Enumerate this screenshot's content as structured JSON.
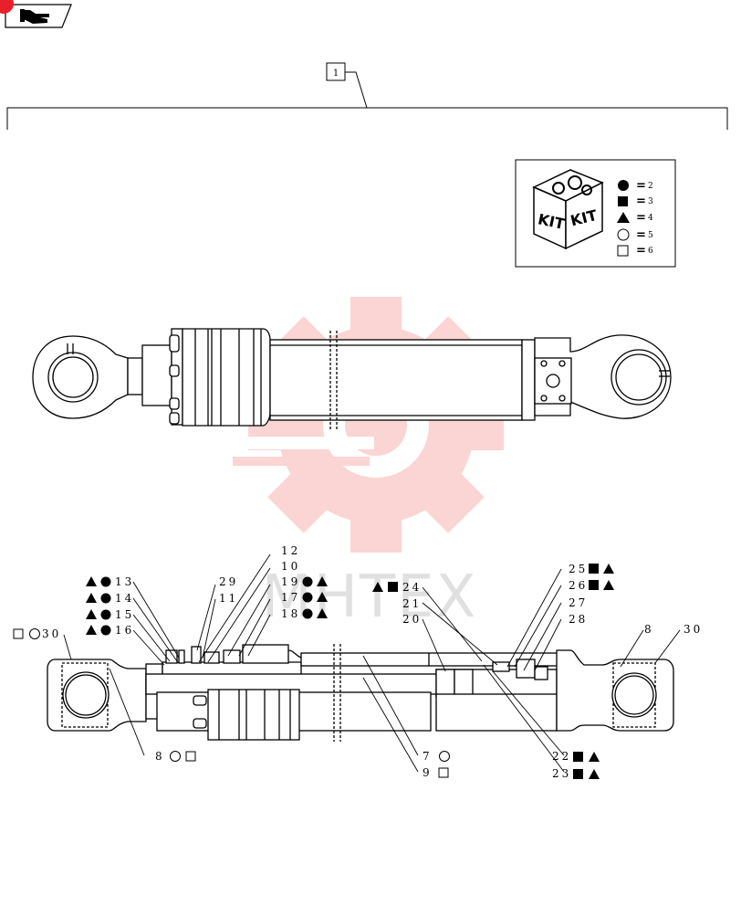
{
  "header": {
    "nav_icon": "hand-pointer-icon",
    "nav_badge_color": "#e8202a",
    "assembly_ref": "1"
  },
  "kit_legend": {
    "kit_text": "KIT",
    "entries": [
      {
        "symbol": "filled-circle",
        "equals": "=",
        "value": "2"
      },
      {
        "symbol": "filled-square",
        "equals": "=",
        "value": "3"
      },
      {
        "symbol": "filled-triangle",
        "equals": "=",
        "value": "4"
      },
      {
        "symbol": "open-circle",
        "equals": "=",
        "value": "5"
      },
      {
        "symbol": "open-square",
        "equals": "=",
        "value": "6"
      }
    ]
  },
  "watermark": {
    "text": "MHTEX",
    "color": "#f04040"
  },
  "callouts": {
    "c12": "12",
    "c10": "10",
    "c19": "19",
    "c17": "17",
    "c18": "18",
    "c29": "29",
    "c11": "11",
    "c13": "13",
    "c14": "14",
    "c15": "15",
    "c16": "16",
    "c30_left": "30",
    "c8_left": "8",
    "c24": "24",
    "c21": "21",
    "c20": "20",
    "c25": "25",
    "c26": "26",
    "c27": "27",
    "c28": "28",
    "c8_right": "8",
    "c30_right": "30",
    "c7": "7",
    "c9": "9",
    "c22": "22",
    "c23": "23"
  }
}
